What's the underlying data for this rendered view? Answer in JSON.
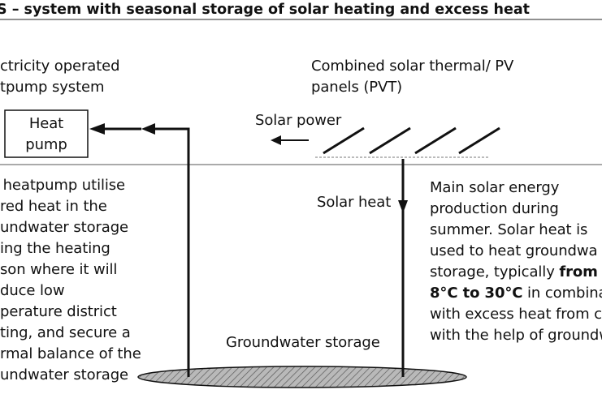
{
  "title": "S – system with seasonal storage of solar heating and excess heat",
  "heatpump_system_label": [
    "ctricity operated",
    "tpump system"
  ],
  "pvt_label": [
    "Combined solar thermal/ PV",
    "panels (PVT)"
  ],
  "heat_pump_box": [
    "Heat",
    "pump"
  ],
  "solar_power_label": "Solar power",
  "solar_heat_label": "Solar heat",
  "left_description": [
    " heatpump utilise",
    "red heat in the",
    "undwater storage",
    "ing the heating",
    "son where it will",
    "duce low",
    "perature district",
    "ting, and secure a",
    "rmal balance of the",
    "undwater storage"
  ],
  "right_description": {
    "line1": "Main solar energy",
    "line2": "production during",
    "line3": "summer. Solar heat is",
    "line4": "used to heat groundwa",
    "line5_pre": "storage, typically ",
    "line5_bold": "from",
    "line6_bold": "8°C to 30°C",
    "line6_post": " in combinat",
    "line7": "with excess heat from co",
    "line8": "with the help of groundw"
  },
  "groundwater_label": "Groundwater storage"
}
